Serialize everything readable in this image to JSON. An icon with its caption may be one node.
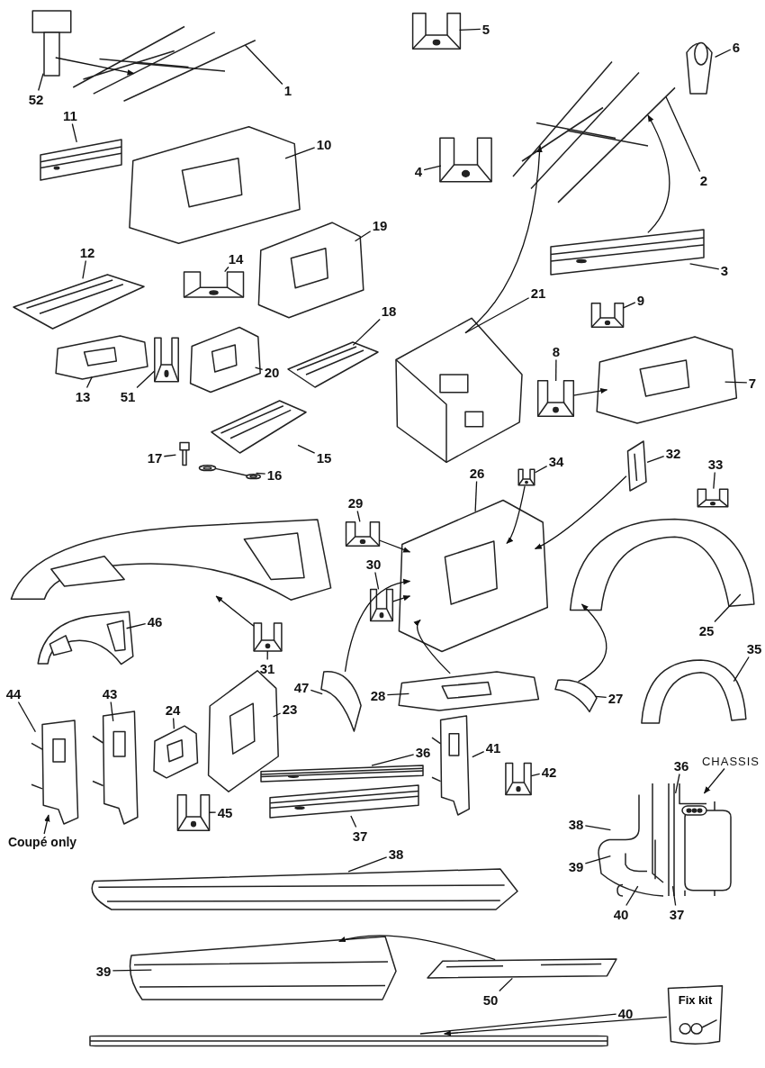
{
  "diagram": {
    "nodes": [
      {
        "text": [
          "52"
        ]
      },
      {
        "text": [],
        "shape": "picture"
      },
      {
        "text": [
          "1"
        ]
      },
      {
        "text": [],
        "shape": "picture"
      },
      {
        "text": [
          "5"
        ]
      },
      {
        "text": [],
        "shape": "picture"
      },
      {
        "text": [
          "6"
        ]
      },
      {
        "text": [],
        "shape": "picture"
      },
      {
        "text": [
          "11"
        ]
      },
      {
        "text": [],
        "shape": "picture"
      },
      {
        "text": [
          "10"
        ]
      },
      {
        "text": [],
        "shape": "picture"
      },
      {
        "text": [
          "4"
        ]
      },
      {
        "text": [],
        "shape": "picture"
      },
      {
        "text": [
          "2"
        ]
      },
      {
        "text": [],
        "shape": "picture"
      },
      {
        "text": [
          "3"
        ]
      },
      {
        "text": [],
        "shape": "picture"
      },
      {
        "text": [
          "12"
        ]
      },
      {
        "text": [],
        "shape": "picture"
      },
      {
        "text": [
          "14"
        ]
      },
      {
        "text": [],
        "shape": "picture"
      },
      {
        "text": [
          "19"
        ]
      },
      {
        "text": [],
        "shape": "picture"
      },
      {
        "text": [
          "18"
        ]
      },
      {
        "text": [],
        "shape": "picture"
      },
      {
        "text": [
          "21"
        ]
      },
      {
        "text": [],
        "shape": "picture"
      },
      {
        "text": [
          "9"
        ]
      },
      {
        "text": [],
        "shape": "picture"
      },
      {
        "text": [
          "13"
        ]
      },
      {
        "text": [],
        "shape": "picture"
      },
      {
        "text": [
          "51"
        ]
      },
      {
        "text": [],
        "shape": "picture"
      },
      {
        "text": [
          "20"
        ]
      },
      {
        "text": [],
        "shape": "picture"
      },
      {
        "text": [
          "8"
        ]
      },
      {
        "text": [],
        "shape": "picture"
      },
      {
        "text": [
          "7"
        ]
      },
      {
        "text": [],
        "shape": "picture"
      },
      {
        "text": [
          "17"
        ]
      },
      {
        "text": [],
        "shape": "picture"
      },
      {
        "text": [
          "16"
        ]
      },
      {
        "text": [],
        "shape": "picture"
      },
      {
        "text": [
          "15"
        ]
      },
      {
        "text": [],
        "shape": "picture"
      },
      {
        "text": [
          "26"
        ]
      },
      {
        "text": [],
        "shape": "picture"
      },
      {
        "text": [
          "34"
        ]
      },
      {
        "text": [],
        "shape": "picture"
      },
      {
        "text": [
          "32"
        ]
      },
      {
        "text": [],
        "shape": "picture"
      },
      {
        "text": [
          "33"
        ]
      },
      {
        "text": [],
        "shape": "picture"
      },
      {
        "text": [
          "29"
        ]
      },
      {
        "text": [],
        "shape": "picture"
      },
      {
        "text": [],
        "shape": "picture"
      },
      {
        "text": [
          "46"
        ]
      },
      {
        "text": [],
        "shape": "picture"
      },
      {
        "text": [
          "30"
        ]
      },
      {
        "text": [],
        "shape": "picture"
      },
      {
        "text": [
          "31"
        ]
      },
      {
        "text": [],
        "shape": "picture"
      },
      {
        "text": [
          "25"
        ]
      },
      {
        "text": [],
        "shape": "picture"
      },
      {
        "text": [
          "35"
        ]
      },
      {
        "text": [],
        "shape": "picture"
      },
      {
        "text": [
          "47"
        ]
      },
      {
        "text": [],
        "shape": "picture"
      },
      {
        "text": [
          "23"
        ]
      },
      {
        "text": [],
        "shape": "picture"
      },
      {
        "text": [
          "28"
        ]
      },
      {
        "text": [],
        "shape": "picture"
      },
      {
        "text": [
          "27"
        ]
      },
      {
        "text": [],
        "shape": "picture"
      },
      {
        "text": [
          "44"
        ]
      },
      {
        "text": [],
        "shape": "picture"
      },
      {
        "text": [
          "43"
        ]
      },
      {
        "text": [],
        "shape": "picture"
      },
      {
        "text": [
          "24"
        ]
      },
      {
        "text": [],
        "shape": "picture"
      },
      {
        "text": [
          "36"
        ]
      },
      {
        "text": [],
        "shape": "picture"
      },
      {
        "text": [
          "41"
        ]
      },
      {
        "text": [],
        "shape": "picture"
      },
      {
        "text": [
          "42"
        ]
      },
      {
        "text": [],
        "shape": "picture"
      },
      {
        "text": [
          "37"
        ]
      },
      {
        "text": [],
        "shape": "picture"
      },
      {
        "text": [
          "45"
        ]
      },
      {
        "text": [],
        "shape": "picture"
      },
      {
        "text": [
          "Coupé only"
        ]
      },
      {
        "text": [],
        "shape": "picture"
      },
      {
        "text": [
          "36"
        ]
      },
      {
        "text": [
          "CHASSIS"
        ]
      },
      {
        "text": [
          "38"
        ]
      },
      {
        "text": [
          "39"
        ]
      },
      {
        "text": [
          "40"
        ]
      },
      {
        "text": [
          "37"
        ]
      },
      {
        "text": [
          "38"
        ]
      },
      {
        "text": [],
        "shape": "picture"
      },
      {
        "text": [
          "39"
        ]
      },
      {
        "text": [],
        "shape": "picture"
      },
      {
        "text": [
          "50"
        ]
      },
      {
        "text": [],
        "shape": "picture"
      },
      {
        "text": [
          "40"
        ]
      },
      {
        "text": [],
        "shape": "picture"
      },
      {
        "text": [
          "Fix kit"
        ]
      }
    ],
    "edges": [
      {
        "from": 0,
        "to": 1,
        "arrow": "none"
      },
      {
        "from": 2,
        "to": 3,
        "arrow": "none"
      },
      {
        "from": 4,
        "to": 5,
        "arrow": "none"
      },
      {
        "from": 6,
        "to": 7,
        "arrow": "none"
      },
      {
        "from": 8,
        "to": 9,
        "arrow": "none"
      },
      {
        "from": 10,
        "to": 11,
        "arrow": "none"
      },
      {
        "from": 12,
        "to": 13,
        "arrow": "none"
      },
      {
        "from": 14,
        "to": 15,
        "arrow": "none"
      },
      {
        "from": 16,
        "to": 17,
        "arrow": "none"
      },
      {
        "from": 18,
        "to": 19,
        "arrow": "none"
      },
      {
        "from": 20,
        "to": 21,
        "arrow": "none"
      },
      {
        "from": 22,
        "to": 23,
        "arrow": "none"
      },
      {
        "from": 24,
        "to": 25,
        "arrow": "none"
      },
      {
        "from": 26,
        "to": 27,
        "arrow": "none"
      },
      {
        "from": 28,
        "to": 29,
        "arrow": "none"
      },
      {
        "from": 30,
        "to": 31,
        "arrow": "none"
      },
      {
        "from": 32,
        "to": 33,
        "arrow": "none"
      },
      {
        "from": 34,
        "to": 35,
        "arrow": "none"
      },
      {
        "from": 36,
        "to": 37,
        "arrow": "none"
      },
      {
        "from": 38,
        "to": 39,
        "arrow": "none"
      },
      {
        "from": 40,
        "to": 41,
        "arrow": "none"
      },
      {
        "from": 42,
        "to": 43,
        "arrow": "none"
      },
      {
        "from": 44,
        "to": 45,
        "arrow": "none"
      },
      {
        "from": 46,
        "to": 47,
        "arrow": "none"
      },
      {
        "from": 48,
        "to": 49,
        "arrow": "none"
      },
      {
        "from": 50,
        "to": 51,
        "arrow": "none"
      },
      {
        "from": 52,
        "to": 53,
        "arrow": "none"
      },
      {
        "from": 54,
        "to": 55,
        "arrow": "none"
      },
      {
        "from": 57,
        "to": 58,
        "arrow": "none"
      },
      {
        "from": 59,
        "to": 60,
        "arrow": "none"
      },
      {
        "from": 61,
        "to": 62,
        "arrow": "none"
      },
      {
        "from": 63,
        "to": 64,
        "arrow": "none"
      },
      {
        "from": 65,
        "to": 66,
        "arrow": "none"
      },
      {
        "from": 67,
        "to": 68,
        "arrow": "none"
      },
      {
        "from": 69,
        "to": 70,
        "arrow": "none"
      },
      {
        "from": 71,
        "to": 72,
        "arrow": "none"
      },
      {
        "from": 73,
        "to": 74,
        "arrow": "none"
      },
      {
        "from": 75,
        "to": 76,
        "arrow": "none"
      },
      {
        "from": 77,
        "to": 78,
        "arrow": "none"
      },
      {
        "from": 79,
        "to": 80,
        "arrow": "none"
      },
      {
        "from": 81,
        "to": 82,
        "arrow": "none"
      },
      {
        "from": 83,
        "to": 84,
        "arrow": "none"
      },
      {
        "from": 85,
        "to": 86,
        "arrow": "none"
      },
      {
        "from": 87,
        "to": 88,
        "arrow": "none"
      },
      {
        "from": 89,
        "to": 90,
        "arrow": "none"
      },
      {
        "from": 99,
        "to": 100,
        "arrow": "none"
      },
      {
        "from": 101,
        "to": 102,
        "arrow": "none"
      },
      {
        "from": 103,
        "to": 104,
        "arrow": "none"
      },
      {
        "from": 105,
        "to": 106,
        "arrow": "none"
      },
      {
        "from": 93,
        "to": 92,
        "arrow": "none"
      },
      {
        "from": 94,
        "to": 92,
        "arrow": "to"
      },
      {
        "from": 95,
        "to": 92,
        "arrow": "none"
      },
      {
        "from": 96,
        "to": 92,
        "arrow": "none"
      },
      {
        "from": 97,
        "to": 92,
        "arrow": "none"
      },
      {
        "from": 98,
        "to": 92,
        "arrow": "none"
      },
      {
        "from": 91,
        "to": 76,
        "arrow": "to"
      },
      {
        "from": 1,
        "to": 3,
        "arrow": "to"
      },
      {
        "from": 27,
        "to": 15,
        "arrow": "to"
      },
      {
        "from": 17,
        "to": 15,
        "arrow": "to"
      },
      {
        "from": 37,
        "to": 39,
        "arrow": "to"
      },
      {
        "from": 62,
        "to": 56,
        "arrow": "to"
      },
      {
        "from": 68,
        "to": 47,
        "arrow": "to"
      },
      {
        "from": 55,
        "to": 47,
        "arrow": "to"
      },
      {
        "from": 60,
        "to": 47,
        "arrow": "to"
      },
      {
        "from": 72,
        "to": 47,
        "arrow": "to"
      },
      {
        "from": 51,
        "to": 47,
        "arrow": "to"
      },
      {
        "from": 74,
        "to": 64,
        "arrow": "to"
      },
      {
        "from": 104,
        "to": 102,
        "arrow": "to"
      },
      {
        "from": 107,
        "to": 106,
        "arrow": "to"
      },
      {
        "from": 49,
        "to": 47,
        "arrow": "to"
      }
    ]
  }
}
